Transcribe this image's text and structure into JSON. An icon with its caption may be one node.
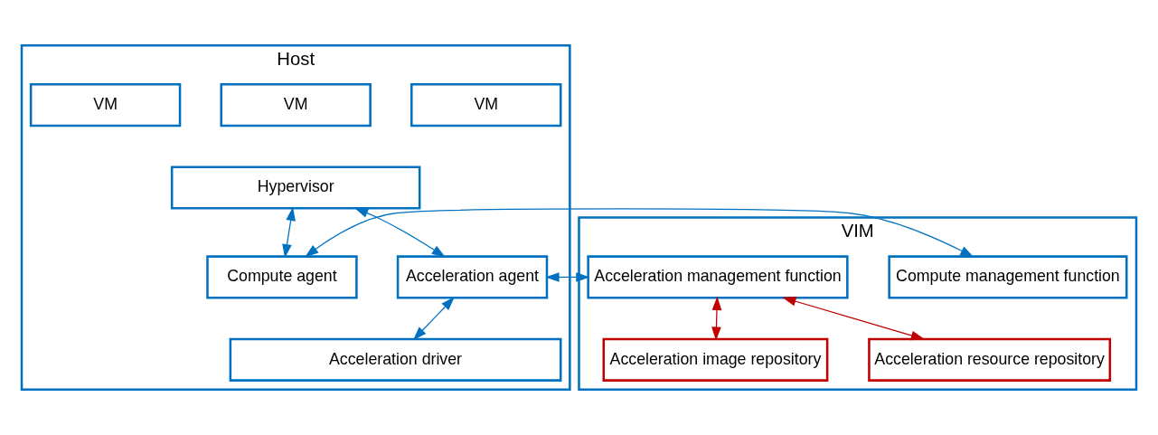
{
  "diagram": {
    "nodes": [
      {
        "text": [
          "Host"
        ]
      },
      {
        "text": [
          "VM"
        ],
        "in": 0
      },
      {
        "text": [
          "VM"
        ],
        "in": 0
      },
      {
        "text": [
          "VM"
        ],
        "in": 0
      },
      {
        "text": [
          "Hypervisor"
        ],
        "in": 0
      },
      {
        "text": [
          "Compute agent"
        ],
        "in": 0
      },
      {
        "text": [
          "Acceleration agent"
        ],
        "in": 0
      },
      {
        "text": [
          "Acceleration driver"
        ],
        "in": 0
      },
      {
        "text": [
          "VIM"
        ]
      },
      {
        "text": [
          "Compute management function"
        ],
        "in": 8
      },
      {
        "text": [
          "Acceleration management function"
        ],
        "in": 8
      },
      {
        "text": [
          "Acceleration image repository"
        ],
        "in": 8
      },
      {
        "text": [
          "Acceleration resource repository"
        ],
        "in": 8
      }
    ],
    "edges": [
      {
        "from": 4,
        "to": 5,
        "arrow": "both"
      },
      {
        "from": 4,
        "to": 6,
        "arrow": "both"
      },
      {
        "from": 5,
        "to": 9,
        "arrow": "both"
      },
      {
        "from": 6,
        "to": 7,
        "arrow": "both"
      },
      {
        "from": 6,
        "to": 10,
        "arrow": "both"
      },
      {
        "from": 10,
        "to": 11,
        "arrow": "both",
        "color": "#c00000"
      },
      {
        "from": 10,
        "to": 12,
        "arrow": "both",
        "color": "#c00000"
      }
    ]
  }
}
